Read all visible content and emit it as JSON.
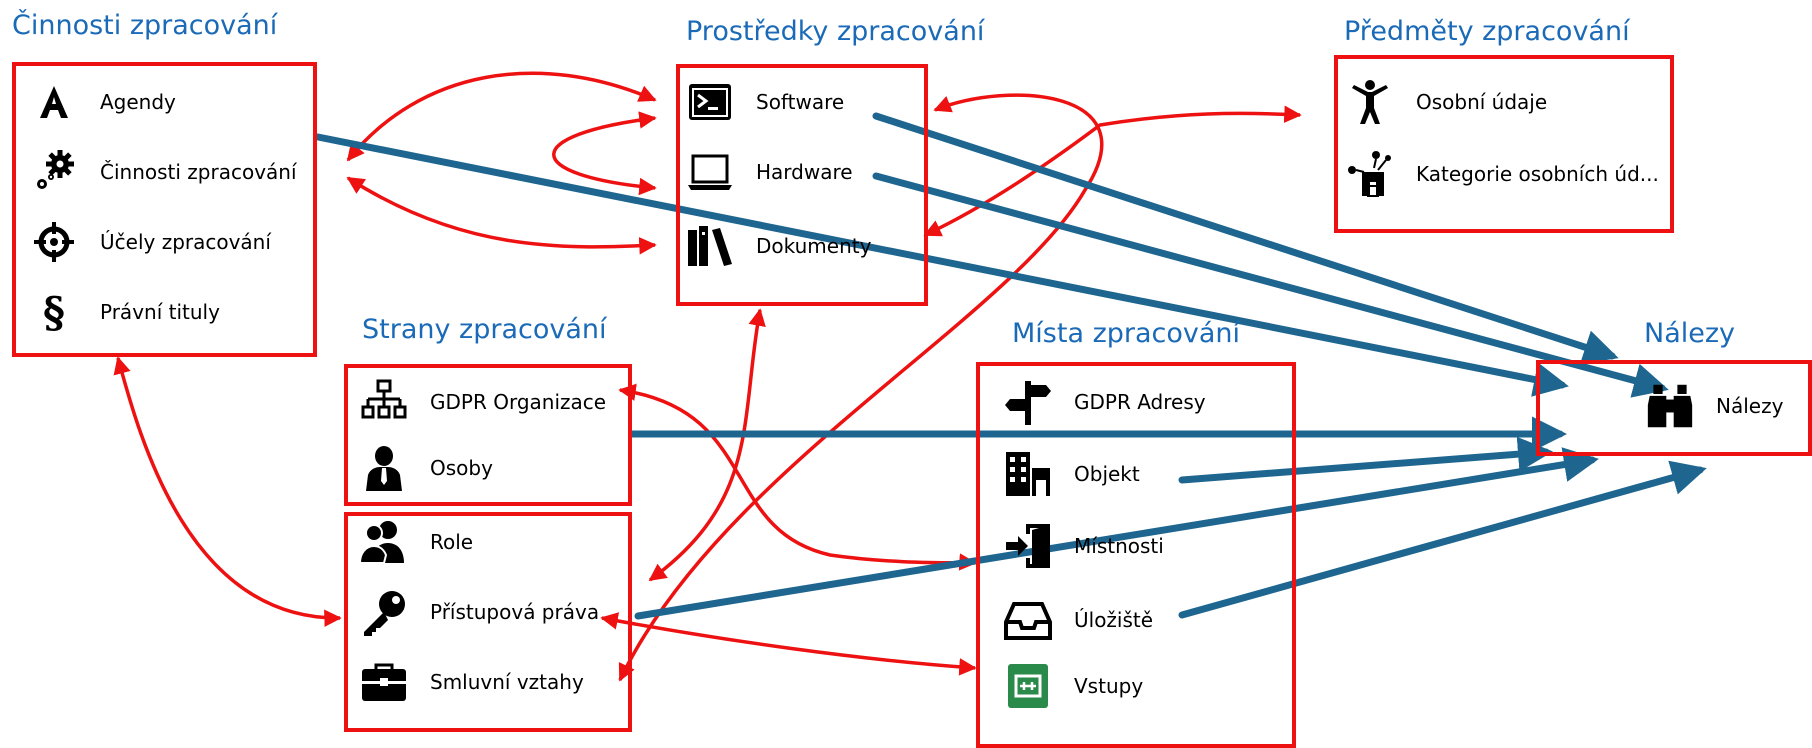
{
  "groups": {
    "cinnosti": {
      "title": "Činnosti zpracování",
      "items": [
        {
          "label": "Agendy",
          "icon": "letter-a-icon"
        },
        {
          "label": "Činnosti zpracování",
          "icon": "gears-icon"
        },
        {
          "label": "Účely zpracování",
          "icon": "crosshair-icon"
        },
        {
          "label": "Právní tituly",
          "icon": "section-sign-icon"
        }
      ]
    },
    "prostredky": {
      "title": "Prostředky zpracování",
      "items": [
        {
          "label": "Software",
          "icon": "terminal-icon"
        },
        {
          "label": "Hardware",
          "icon": "laptop-icon"
        },
        {
          "label": "Dokumenty",
          "icon": "books-icon"
        }
      ]
    },
    "predmety": {
      "title": "Předměty zpracování",
      "items": [
        {
          "label": "Osobní údaje",
          "icon": "person-icon"
        },
        {
          "label": "Kategorie osobních úd...",
          "icon": "person-category-icon"
        }
      ]
    },
    "strany": {
      "title": "Strany zpracování",
      "items": [
        {
          "label": "GDPR Organizace",
          "icon": "org-chart-icon"
        },
        {
          "label": "Osoby",
          "icon": "person-tie-icon"
        },
        {
          "label": "Role",
          "icon": "users-icon"
        },
        {
          "label": "Přístupová práva",
          "icon": "key-icon"
        },
        {
          "label": "Smluvní vztahy",
          "icon": "briefcase-icon"
        }
      ]
    },
    "mista": {
      "title": "Místa zpracování",
      "items": [
        {
          "label": "GDPR Adresy",
          "icon": "signpost-icon"
        },
        {
          "label": "Objekt",
          "icon": "building-icon"
        },
        {
          "label": "Místnosti",
          "icon": "door-enter-icon"
        },
        {
          "label": "Úložiště",
          "icon": "inbox-tray-icon"
        },
        {
          "label": "Vstupy",
          "icon": "green-entry-icon"
        }
      ]
    },
    "nalezy": {
      "title": "Nálezy",
      "items": [
        {
          "label": "Nálezy",
          "icon": "binoculars-icon"
        }
      ]
    }
  },
  "colors": {
    "title": "#1a6ab7",
    "box_border": "#ee1111",
    "red_connector": "#ee1111",
    "blue_connector": "#1e6690",
    "green_icon": "#2a8a4a"
  }
}
